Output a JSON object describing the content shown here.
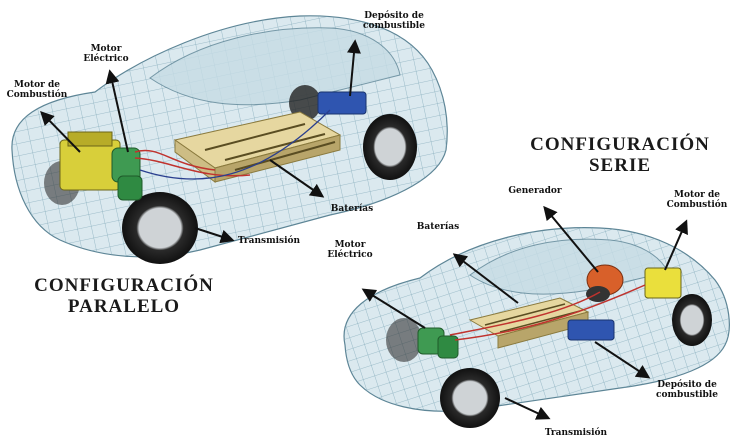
{
  "parallel": {
    "title": "CONFIGURACIÓN\nPARALELO",
    "labels": {
      "combustion_motor": "Motor de\nCombustión",
      "electric_motor": "Motor\nEléctrico",
      "fuel_tank": "Depósito de\ncombustible",
      "batteries": "Baterías",
      "transmission": "Transmisión"
    }
  },
  "series": {
    "title": "CONFIGURACIÓN\nSERIE",
    "labels": {
      "generator": "Generador",
      "combustion_motor": "Motor de\nCombustión",
      "batteries": "Baterías",
      "electric_motor": "Motor\nEléctrico",
      "fuel_tank": "Depósito de\ncombustible",
      "transmission": "Transmisión"
    }
  },
  "colors": {
    "mesh": "#7fa8b8",
    "body_fill": "#dbe9ef",
    "battery": "#e6d7a0",
    "engine_yellow": "#d8cf3a",
    "motor_green": "#3f9a52",
    "tank_blue": "#2f55b0",
    "generator_orange": "#d8602a",
    "wire_red": "#c0332e",
    "arrow": "#111111"
  }
}
